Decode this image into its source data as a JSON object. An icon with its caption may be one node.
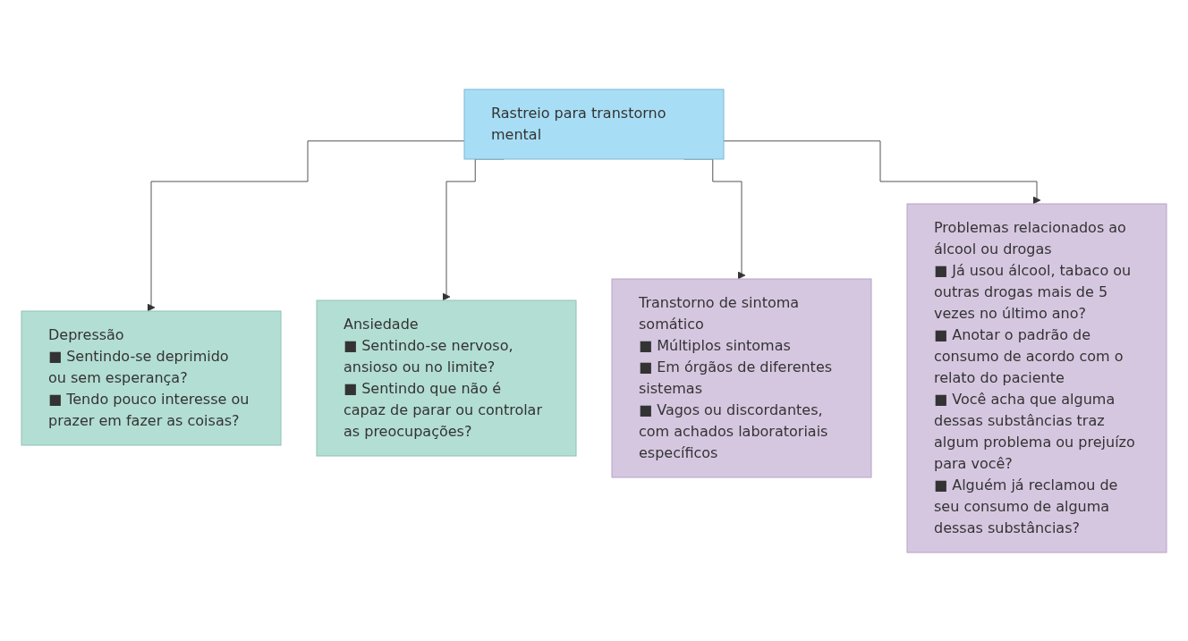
{
  "diagram": {
    "nodes": [
      {
        "text": [
          "Rastreio para transtorno mental"
        ]
      },
      {
        "text": [
          "Depressão",
          "■ Sentindo-se deprimido ou sem esperança?",
          "■ Tendo pouco interesse ou prazer em fazer as coisas?"
        ]
      },
      {
        "text": [
          "Ansiedade",
          "■ Sentindo-se nervoso, ansioso ou no limite?",
          "■ Sentindo que não é capaz de parar ou controlar as preocupações?"
        ]
      },
      {
        "text": [
          "Transtorno de sintoma somático",
          "■ Múltiplos sintomas",
          "■ Em órgãos de diferentes sistemas",
          "■ Vagos ou discordantes, com achados laboratoriais específicos"
        ]
      },
      {
        "text": [
          "Problemas relacionados ao álcool ou drogas",
          "■ Já usou álcool, tabaco ou outras drogas mais de 5 vezes no último ano?",
          "■ Anotar o padrão de consumo de acordo com o relato do paciente",
          "■ Você acha que alguma dessas substâncias traz algum problema ou prejuízo para você?",
          "■ Alguém já reclamou de seu consumo de alguma dessas substâncias?"
        ]
      }
    ],
    "edges": [
      {
        "from": 0,
        "to": 1,
        "arrow": "to"
      },
      {
        "from": 0,
        "to": 2,
        "arrow": "to"
      },
      {
        "from": 0,
        "to": 3,
        "arrow": "to"
      },
      {
        "from": 0,
        "to": 4,
        "arrow": "to"
      }
    ]
  }
}
